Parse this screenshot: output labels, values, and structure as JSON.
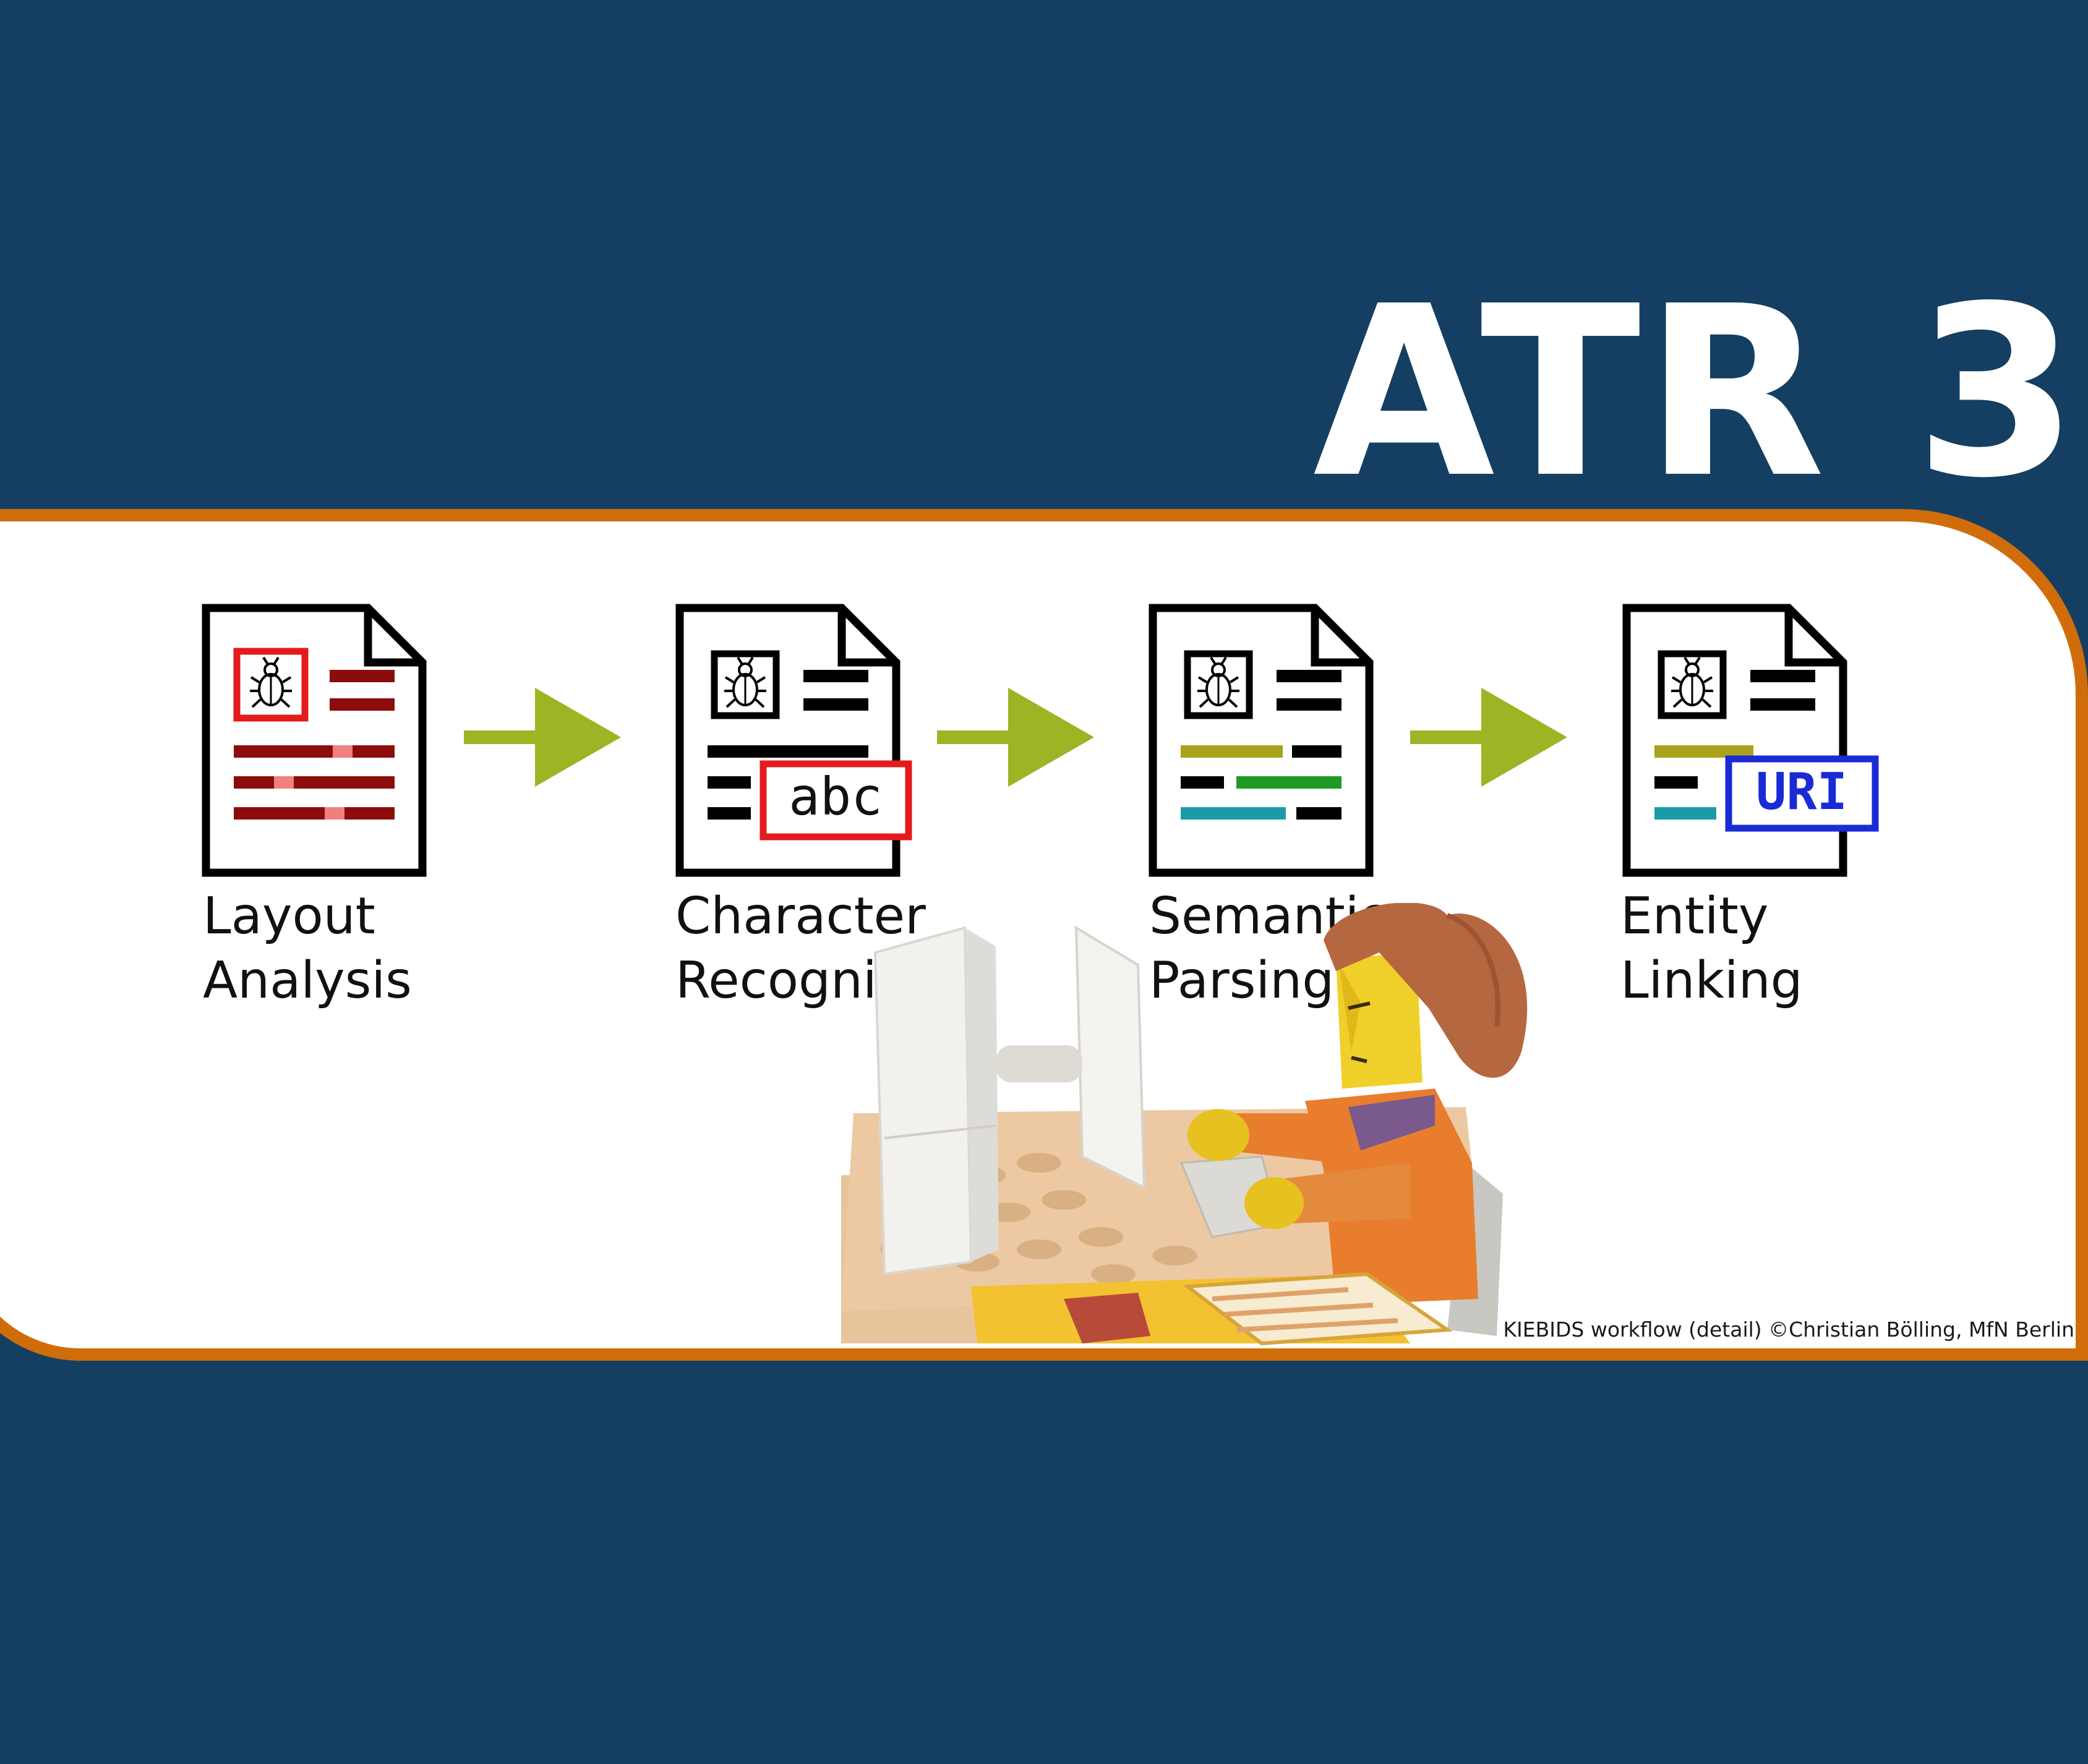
{
  "title": "ATR 3",
  "steps": [
    {
      "line1": "Layout",
      "line2": "Analysis",
      "icon": "layout-analysis-document-icon"
    },
    {
      "line1": "Character",
      "line2": "Recogniti",
      "icon": "character-recognition-document-icon",
      "badge": "abc"
    },
    {
      "line1": "Semantic",
      "line2": "Parsing",
      "icon": "semantic-parsing-document-icon"
    },
    {
      "line1": "Entity",
      "line2": "Linking",
      "icon": "entity-linking-document-icon",
      "badge": "URI"
    }
  ],
  "photo_credit": "KIEBIDS workflow (detail) ©Christian Bölling, MfN Berlin",
  "colors": {
    "background": "#143f62",
    "panel_border": "#d06d0a",
    "arrow": "#9bb524",
    "layout_lines": "#8c0c0c",
    "abc_box": "#e31b1b",
    "uri_box": "#1a2bd6",
    "semantic_olive": "#a8a21c",
    "semantic_green": "#1f9a22",
    "semantic_teal": "#1a9ca6"
  }
}
